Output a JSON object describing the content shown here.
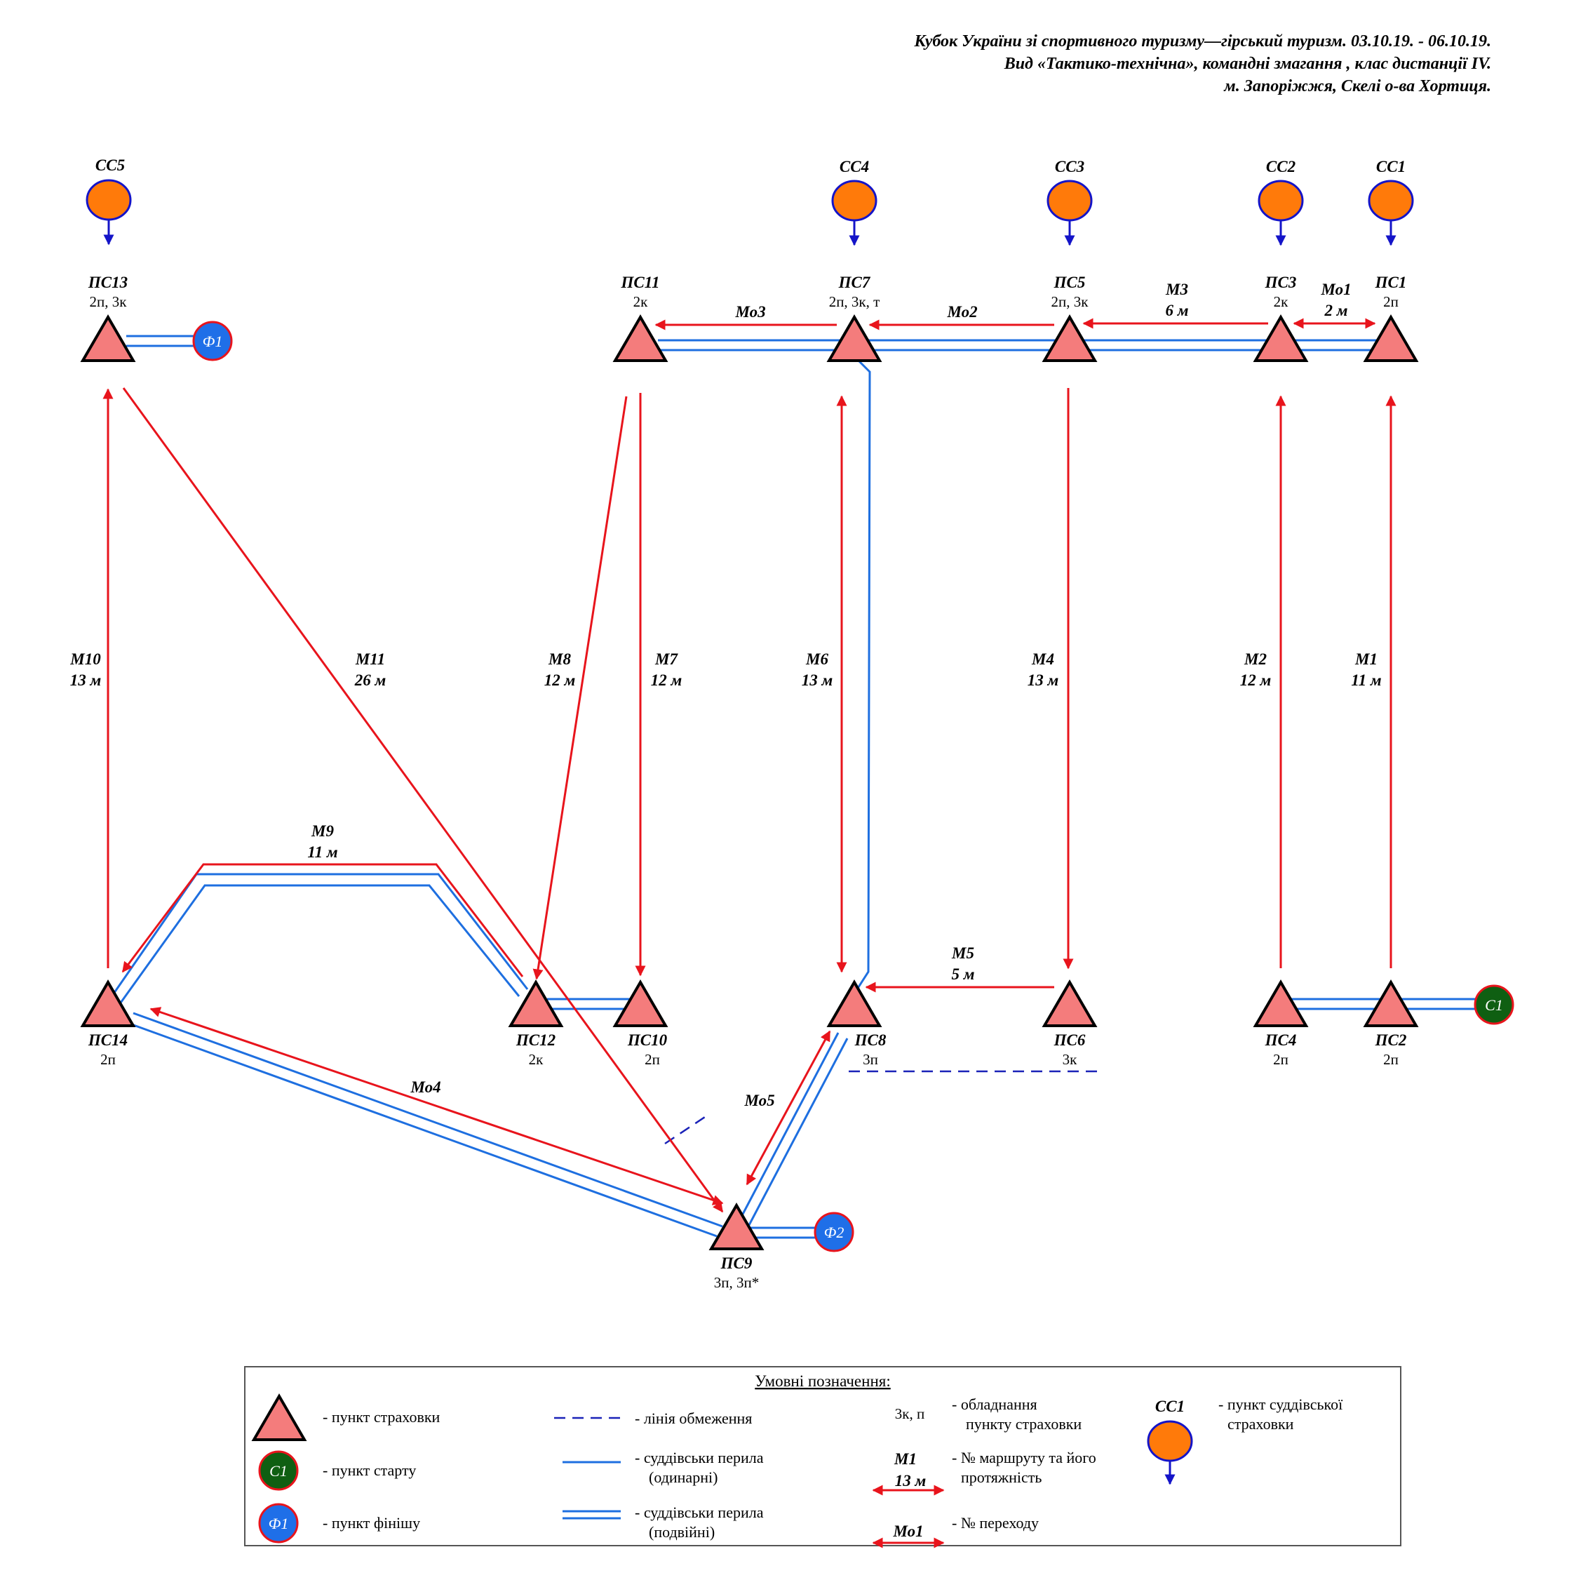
{
  "header": {
    "line1": "Кубок України зі спортивного туризму—гірський туризм. 03.10.19. - 06.10.19.",
    "line2": "Вид «Тактико-технічна», командні змагання , клас дистанції IV.",
    "line3": "м. Запоріжжя, Скелі о-ва Хортиця."
  },
  "colors": {
    "route": "#e8141c",
    "rail": "#1e6fe0",
    "triangle": "#f47c7c",
    "start": "#0f5f12",
    "finish": "#1f6fe8",
    "judge": "#ff7a0a",
    "limit": "#1a22b8"
  },
  "judge_points": [
    {
      "label": "СС5"
    },
    {
      "label": "СС4"
    },
    {
      "label": "СС3"
    },
    {
      "label": "СС2"
    },
    {
      "label": "СС1"
    }
  ],
  "stations": [
    {
      "label": "ПС13",
      "equip": "2п, 3к"
    },
    {
      "label": "ПС11",
      "equip": "2к"
    },
    {
      "label": "ПС7",
      "equip": "2п, 3к, т"
    },
    {
      "label": "ПС5",
      "equip": "2п, 3к"
    },
    {
      "label": "ПС3",
      "equip": "2к"
    },
    {
      "label": "ПС1",
      "equip": "2п"
    },
    {
      "label": "ПС14",
      "equip": "2п"
    },
    {
      "label": "ПС12",
      "equip": "2к"
    },
    {
      "label": "ПС10",
      "equip": "2п"
    },
    {
      "label": "ПС8",
      "equip": "3п"
    },
    {
      "label": "ПС6",
      "equip": "3к"
    },
    {
      "label": "ПС4",
      "equip": "2п"
    },
    {
      "label": "ПС2",
      "equip": "2п"
    },
    {
      "label": "ПС9",
      "equip": "3п, 3п*"
    }
  ],
  "start_points": [
    {
      "label": "С1"
    }
  ],
  "finish_points": [
    {
      "label": "Ф1"
    },
    {
      "label": "Ф2"
    }
  ],
  "routes": [
    {
      "name": "М1",
      "length": "11 м"
    },
    {
      "name": "М2",
      "length": "12 м"
    },
    {
      "name": "М3",
      "length": "6 м"
    },
    {
      "name": "М4",
      "length": "13 м"
    },
    {
      "name": "М5",
      "length": "5 м"
    },
    {
      "name": "М6",
      "length": "13 м"
    },
    {
      "name": "М7",
      "length": "12 м"
    },
    {
      "name": "М8",
      "length": "12 м"
    },
    {
      "name": "М9",
      "length": "11 м"
    },
    {
      "name": "М10",
      "length": "13 м"
    },
    {
      "name": "М11",
      "length": "26 м"
    }
  ],
  "transitions": [
    {
      "name": "Мо1",
      "length": "2 м"
    },
    {
      "name": "Мо2"
    },
    {
      "name": "Мо3"
    },
    {
      "name": "Мо4"
    },
    {
      "name": "Мо5"
    }
  ],
  "legend": {
    "title": "Умовні позначення:",
    "station": "- пункт страховки",
    "start_sample": "С1",
    "start": "- пункт старту",
    "finish_sample": "Ф1",
    "finish": "- пункт фінішу",
    "limit": "- лінія обмеження",
    "rail_single_1": "- суддівськи перила",
    "rail_single_2": "(одинарні)",
    "rail_double_1": "- суддівськи перила",
    "rail_double_2": "(подвійні)",
    "equip_sample": "3к, п",
    "equip_1": "- обладнання",
    "equip_2": "пункту страховки",
    "route_sample_name": "М1",
    "route_sample_len": "13 м",
    "route_1": "- № маршруту та його",
    "route_2": "протяжність",
    "trans_sample": "Мо1",
    "trans": "- № переходу",
    "judge_sample": "СС1",
    "judge_1": "- пункт суддівської",
    "judge_2": "страховки"
  }
}
